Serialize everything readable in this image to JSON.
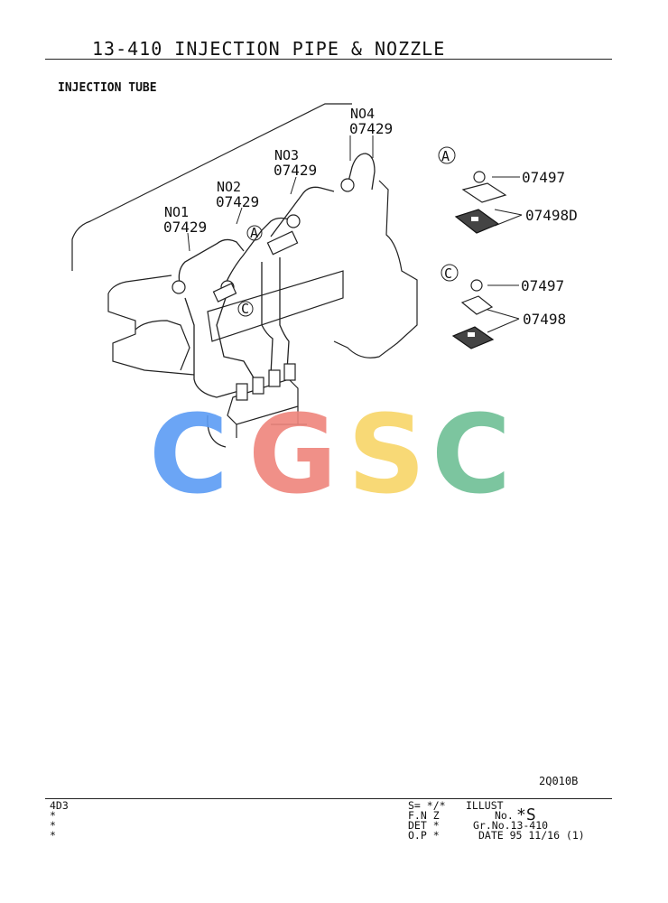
{
  "header": {
    "title": "13-410  INJECTION PIPE & NOZZLE",
    "subtitle": "INJECTION TUBE"
  },
  "callouts": {
    "no1": "NO1",
    "no1_part": "07429",
    "no2": "NO2",
    "no2_part": "07429",
    "no3": "NO3",
    "no3_part": "07429",
    "no4": "NO4",
    "no4_part": "07429",
    "marker_a": "A",
    "marker_c": "C"
  },
  "detail_a": {
    "marker": "A",
    "parts": [
      "07497",
      "07498D"
    ]
  },
  "detail_c": {
    "marker": "C",
    "parts": [
      "07497",
      "07498"
    ]
  },
  "watermark": {
    "letters": [
      "C",
      "G",
      "S",
      "C"
    ],
    "colors": [
      "#5b9cf5",
      "#ef857c",
      "#f8d568",
      "#6ebf95"
    ]
  },
  "illustration_code": "2Q010B",
  "footer": {
    "model": "4D3",
    "stars": [
      "*",
      "*",
      "*"
    ],
    "s_label": "S= */*",
    "fnz": "F.N Z",
    "det": "DET *",
    "op": "O.P *",
    "illust_label": "ILLUST",
    "no_label": "No.",
    "illust_no": "*S",
    "gr_no": "Gr.No.13-410",
    "date": "DATE 95 11/16 (1)"
  }
}
